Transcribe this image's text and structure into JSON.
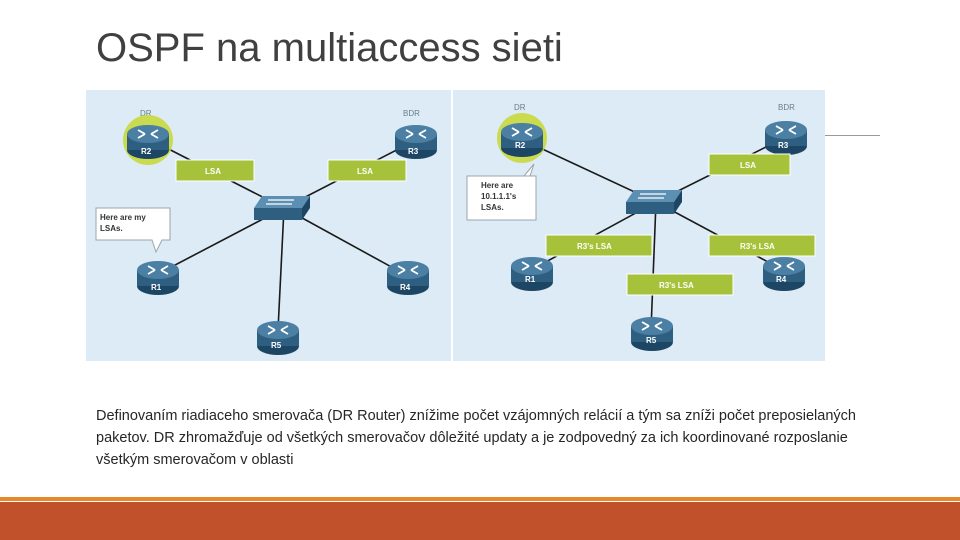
{
  "slide": {
    "title": "OSPF na multiaccess sieti",
    "body": "Definovaním riadiaceho smerovača (DR Router) znížime počet vzájomných relácií a tým sa zníži počet preposielaných paketov. DR zhromažďuje od všetkých smerovačov dôležité updaty a je zodpovedný za ich koordinované rozposlanie všetkým smerovačom v oblasti"
  },
  "diagram_left": {
    "role_dr": "DR",
    "role_bdr": "BDR",
    "routers": [
      "R2",
      "R3",
      "R1",
      "R4",
      "R5"
    ],
    "lsa_labels": [
      "LSA",
      "LSA"
    ],
    "callout_lines": [
      "Here are my",
      "LSAs."
    ]
  },
  "diagram_right": {
    "role_dr": "DR",
    "role_bdr": "BDR",
    "routers": [
      "R2",
      "R3",
      "R1",
      "R4",
      "R5"
    ],
    "lsa_labels": [
      "LSA",
      "R3's LSA",
      "R3's LSA",
      "R3's LSA"
    ],
    "callout_lines": [
      "Here are",
      "10.1.1.1's",
      "LSAs."
    ]
  },
  "colors": {
    "title": "#404040",
    "lsa_green": "#a6c23a",
    "router_blue": "#2f5f80",
    "dr_highlight": "#c8d832",
    "panel_bg": "#dcebf5",
    "footer_orange": "#e8862a",
    "footer_rust": "#c0512a"
  }
}
